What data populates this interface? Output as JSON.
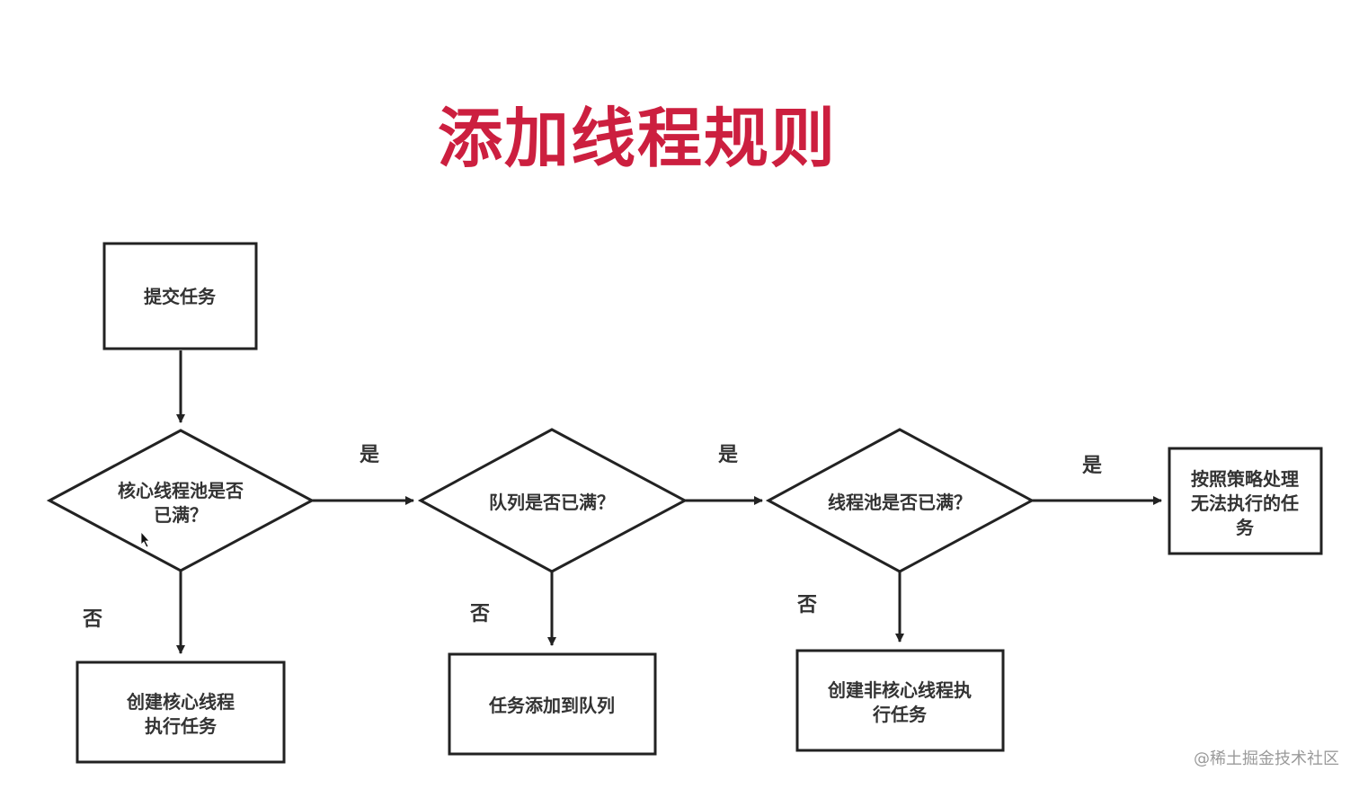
{
  "title": "添加线程规则",
  "nodes": {
    "submit": "提交任务",
    "core_full": [
      "核心线程池是否",
      "已满？"
    ],
    "create_core": [
      "创建核心线程",
      "执行任务"
    ],
    "queue_full": "队列是否已满？",
    "add_queue": "任务添加到队列",
    "pool_full": "线程池是否已满？",
    "create_noncore": [
      "创建非核心线程执",
      "行任务"
    ],
    "reject": [
      "按照策略处理",
      "无法执行的任",
      "务"
    ]
  },
  "edge_labels": {
    "yes_1": "是",
    "yes_2": "是",
    "yes_3": "是",
    "no_1": "否",
    "no_2": "否",
    "no_3": "否"
  },
  "watermark": "@稀土掘金技术社区",
  "colors": {
    "title": "#cc1f3f",
    "stroke": "#222222"
  }
}
